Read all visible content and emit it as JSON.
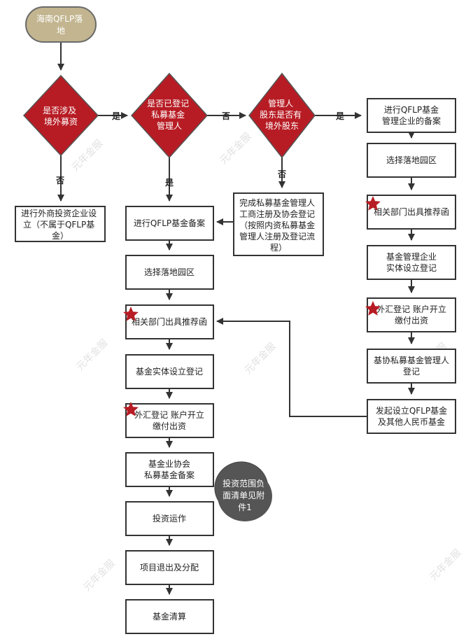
{
  "start": [
    "海南QFLP落",
    "地"
  ],
  "decisions": {
    "d1": [
      "是否涉及",
      "境外募资"
    ],
    "d2": [
      "是否已登记",
      "私募基金",
      "管理人"
    ],
    "d3": [
      "管理人",
      "股东是否有",
      "境外股东"
    ]
  },
  "edge_labels": {
    "yes": "是",
    "no": "否"
  },
  "left_column": {
    "box": [
      "进行外商投资企业设",
      "立（不属于QFLP基",
      "金）"
    ]
  },
  "middle_column": [
    [
      "进行QFLP基金备案"
    ],
    [
      "选择落地园区"
    ],
    [
      "相关部门出具推荐函"
    ],
    [
      "基金实体设立登记"
    ],
    [
      "外汇登记 账户开立",
      "缴付出资"
    ],
    [
      "基金业协会",
      "私募基金备案"
    ],
    [
      "投资运作"
    ],
    [
      "项目退出及分配"
    ],
    [
      "基金清算"
    ]
  ],
  "complete_box": [
    "完成私募基金管理人",
    "工商注册及协会登记",
    "（按照内资私募基金",
    "管理人注册及登记流",
    "程）"
  ],
  "right_column": [
    [
      "进行QFLP基金",
      "管理企业的备案"
    ],
    [
      "选择落地园区"
    ],
    [
      "相关部门出具推荐函"
    ],
    [
      "基金管理企业",
      "实体设立登记"
    ],
    [
      "外汇登记 账户开立",
      "缴付出资"
    ],
    [
      "基协私募基金管理人",
      "登记"
    ],
    [
      "发起设立QFLP基金",
      "及其他人民币基金"
    ]
  ],
  "callout": [
    "投资范围负",
    "面清单见附",
    "件1"
  ],
  "watermark": "元年金服",
  "colors": {
    "decision": "#b71c24",
    "start": "#c2b58f",
    "star": "#b71c24",
    "line": "#333333"
  }
}
